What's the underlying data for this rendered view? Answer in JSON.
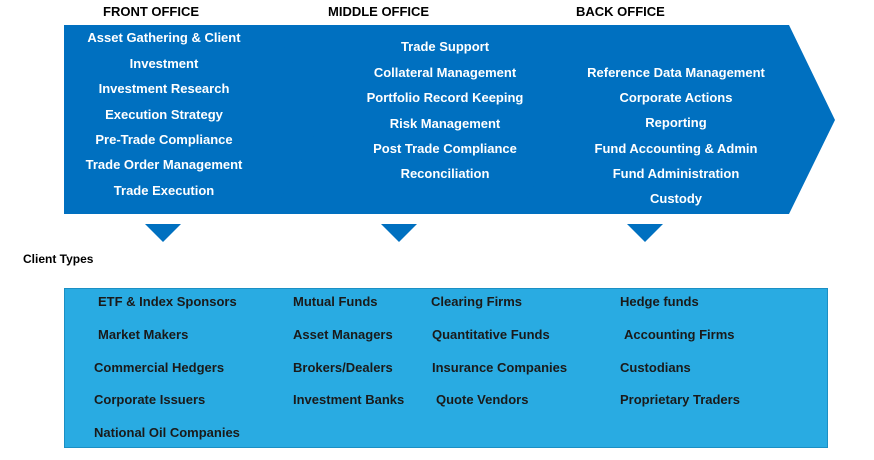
{
  "offices": [
    {
      "title": "FRONT OFFICE",
      "items": [
        "Asset Gathering & Client",
        "Investment",
        "Investment Research",
        "Execution Strategy",
        "Pre-Trade Compliance",
        "Trade Order Management",
        "Trade Execution"
      ]
    },
    {
      "title": "MIDDLE OFFICE",
      "items": [
        "Trade Support",
        "Collateral Management",
        "Portfolio Record Keeping",
        "Risk Management",
        "Post Trade Compliance",
        "Reconciliation"
      ]
    },
    {
      "title": "BACK OFFICE",
      "items": [
        "Reference Data Management",
        "Corporate Actions",
        "Reporting",
        "Fund Accounting & Admin",
        "Fund Administration",
        "Custody"
      ]
    }
  ],
  "client_types": {
    "label": "Client Types",
    "columns": [
      [
        "ETF & Index Sponsors",
        "Market Makers",
        "Commercial Hedgers",
        "Corporate Issuers",
        "National Oil Companies"
      ],
      [
        "Mutual Funds",
        "Asset Managers",
        "Brokers/Dealers",
        "Investment Banks"
      ],
      [
        "Clearing Firms",
        "Quantitative Funds",
        "Insurance Companies",
        "Quote Vendors"
      ],
      [
        "Hedge funds",
        "Accounting Firms",
        "Custodians",
        "Proprietary Traders"
      ]
    ]
  },
  "colors": {
    "chevron": "#0070c0",
    "clients_box": "#29abe2"
  }
}
